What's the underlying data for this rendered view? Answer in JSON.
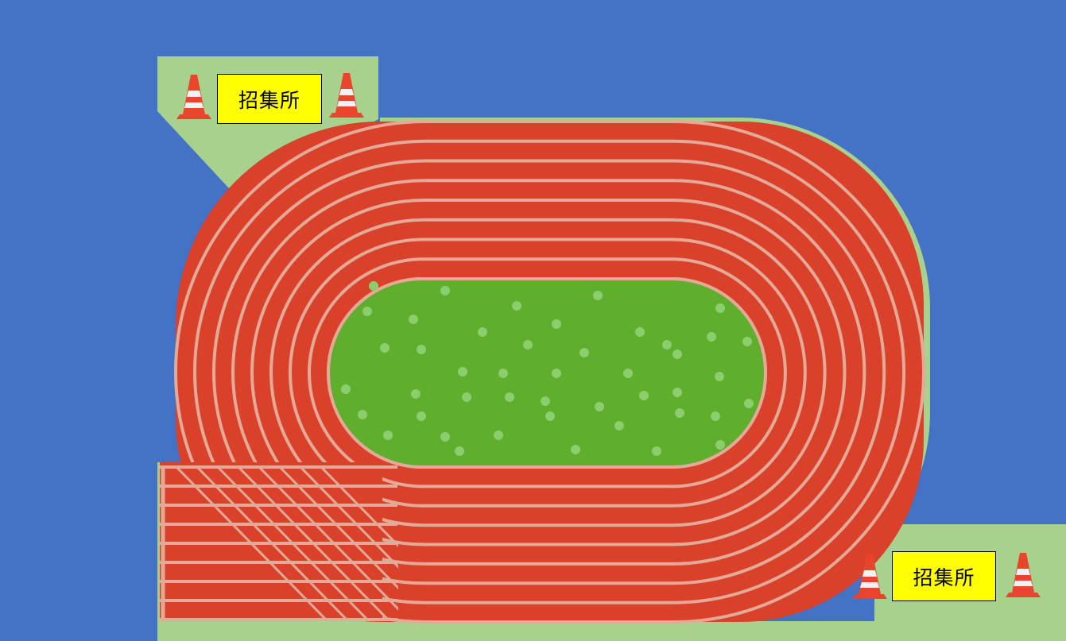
{
  "labels": {
    "top_left": "招集所",
    "bottom_right": "招集所"
  },
  "colors": {
    "background": "#4472c4",
    "lawn": "#a9d18e",
    "track": "#d9412a",
    "lane_line": "#e4aa97",
    "infield": "#5fae2e",
    "infield_dot": "#8ccd6e",
    "label_fill": "#ffff00",
    "cone_orange": "#e8452c",
    "cone_stripe": "#f2f2f2"
  },
  "track": {
    "lanes": 8
  },
  "icons": [
    "traffic-cone-icon"
  ]
}
